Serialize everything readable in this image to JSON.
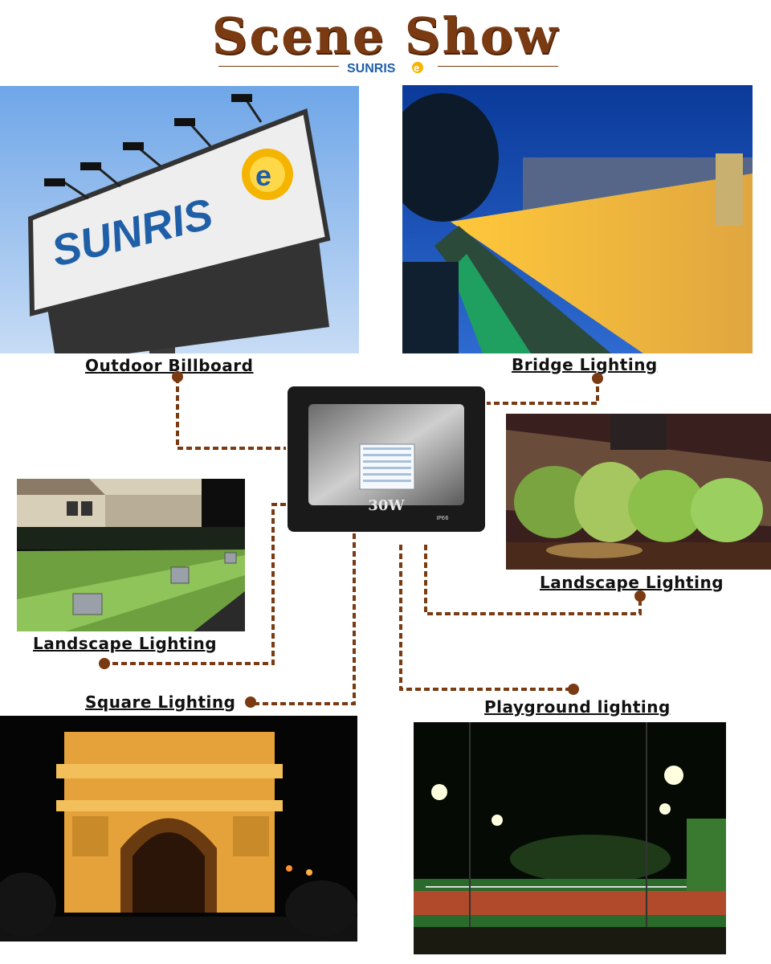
{
  "header": {
    "title": "Scene Show",
    "brand": "SUNRISE"
  },
  "product": {
    "watt": "30W",
    "rating": "IP66"
  },
  "billboard": {
    "brand_text": "SUNRIS"
  },
  "scenes": {
    "outdoor_billboard": "Outdoor Billboard",
    "bridge": "Bridge Lighting",
    "landscape_right": "Landscape Lighting",
    "landscape_left": "Landscape Lighting",
    "square": "Square Lighting",
    "playground": "Playground lighting"
  },
  "colors": {
    "title": "#7a3a12",
    "connector": "#7a3a12",
    "brand_blue": "#1f5fa8",
    "sun": "#f5b400"
  }
}
